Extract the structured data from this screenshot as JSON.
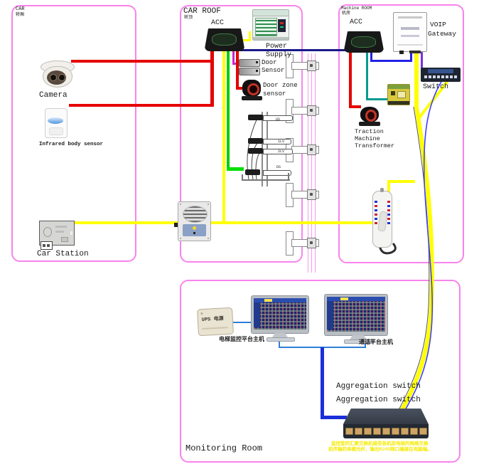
{
  "zones": {
    "car": {
      "title": "CAR",
      "subtitle": "轿厢",
      "camera_label": "Camera",
      "infrared_label": "Infrared body sensor",
      "car_station_label": "Car Station"
    },
    "car_roof": {
      "title": "CAR ROOF",
      "subtitle": "轿顶",
      "acc_label": "ACC",
      "power_supply_line1": "Power",
      "power_supply_line2": "Supply",
      "door_sensor_line1": "Door",
      "door_sensor_line2": "Sensor",
      "door_zone_line1": "Door zone",
      "door_zone_line2": "sensor",
      "leveling": [
        "US",
        "1LV",
        "2LV",
        "DS"
      ]
    },
    "machine_room": {
      "title": "Machine ROOM",
      "subtitle": "机房",
      "acc_label": "ACC",
      "voip_line1": "VOIP",
      "voip_line2": "Gateway",
      "switch_label": "Switch",
      "transformer_line1": "Traction",
      "transformer_line2": "Machine",
      "transformer_line3": "Transformer"
    },
    "monitoring_room": {
      "title": "Monitoring Room",
      "ups_label": "UPS 电源",
      "monitor1_label": "电梯监控平台主机",
      "monitor2_label": "通话平台主机",
      "agg_label_1": "Aggregation switch",
      "agg_label_2": "Aggregation switch",
      "note_line1": "监控室的汇聚交换机接受各机房电梯的网络交换",
      "note_line2": "机传输的单模光纤，输出RJ45网口端接在电脑端。"
    }
  },
  "colors": {
    "box_border": "#f983ec",
    "rail_line": "#f79aec",
    "wire_red": "#e60000",
    "wire_yellow": "#ffff00",
    "wire_green": "#00cc00",
    "wire_navy": "#1a1a8a",
    "wire_blue": "#2f7fd6",
    "wire_thick_blue": "#1b2fd9",
    "wire_teal": "#0a9a92",
    "wire_magenta": "#c928c9",
    "wire_purple": "#7d2fe0",
    "note_yellow": "#f5ea00"
  }
}
